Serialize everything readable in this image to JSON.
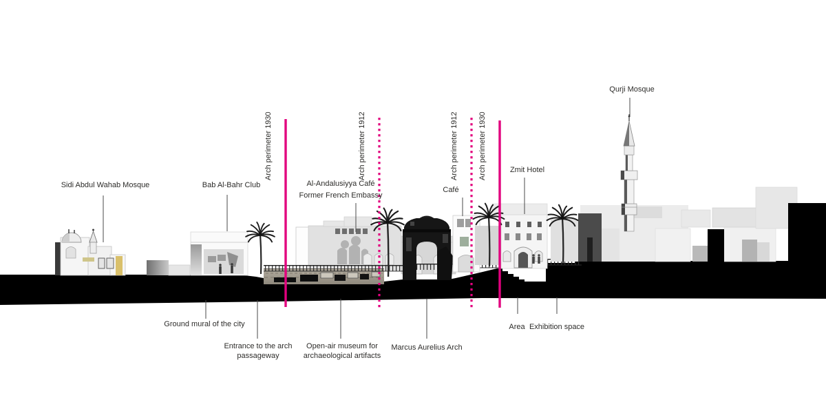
{
  "labels": {
    "sidi_mosque": "Sidi Abdul Wahab Mosque",
    "bab_club": "Bab Al-Bahr Club",
    "andalusiyya_cafe": "Al-Andalusiyya Café",
    "french_embassy": "Former French Embassy",
    "cafe": "Café",
    "zmit_hotel": "Zmit Hotel",
    "qurji_mosque": "Qurji Mosque",
    "ground_mural": "Ground mural of the city",
    "arch_entrance": "Entrance to the arch passageway",
    "open_air_museum": "Open-air museum for archaeological artifacts",
    "marcus_arch": "Marcus Aurelius Arch",
    "area": "Area",
    "exhibition": "Exhibition space"
  },
  "perimeter_lines": [
    {
      "label": "Arch perimeter 1930",
      "style": "solid"
    },
    {
      "label": "Arch perimeter 1912",
      "style": "dotted"
    },
    {
      "label": "Arch perimeter 1912",
      "style": "dotted"
    },
    {
      "label": "Arch perimeter 1930",
      "style": "solid"
    }
  ],
  "colors": {
    "accent": "#e2017e",
    "ground": "#000000",
    "door_yellow": "#d9c06b"
  }
}
